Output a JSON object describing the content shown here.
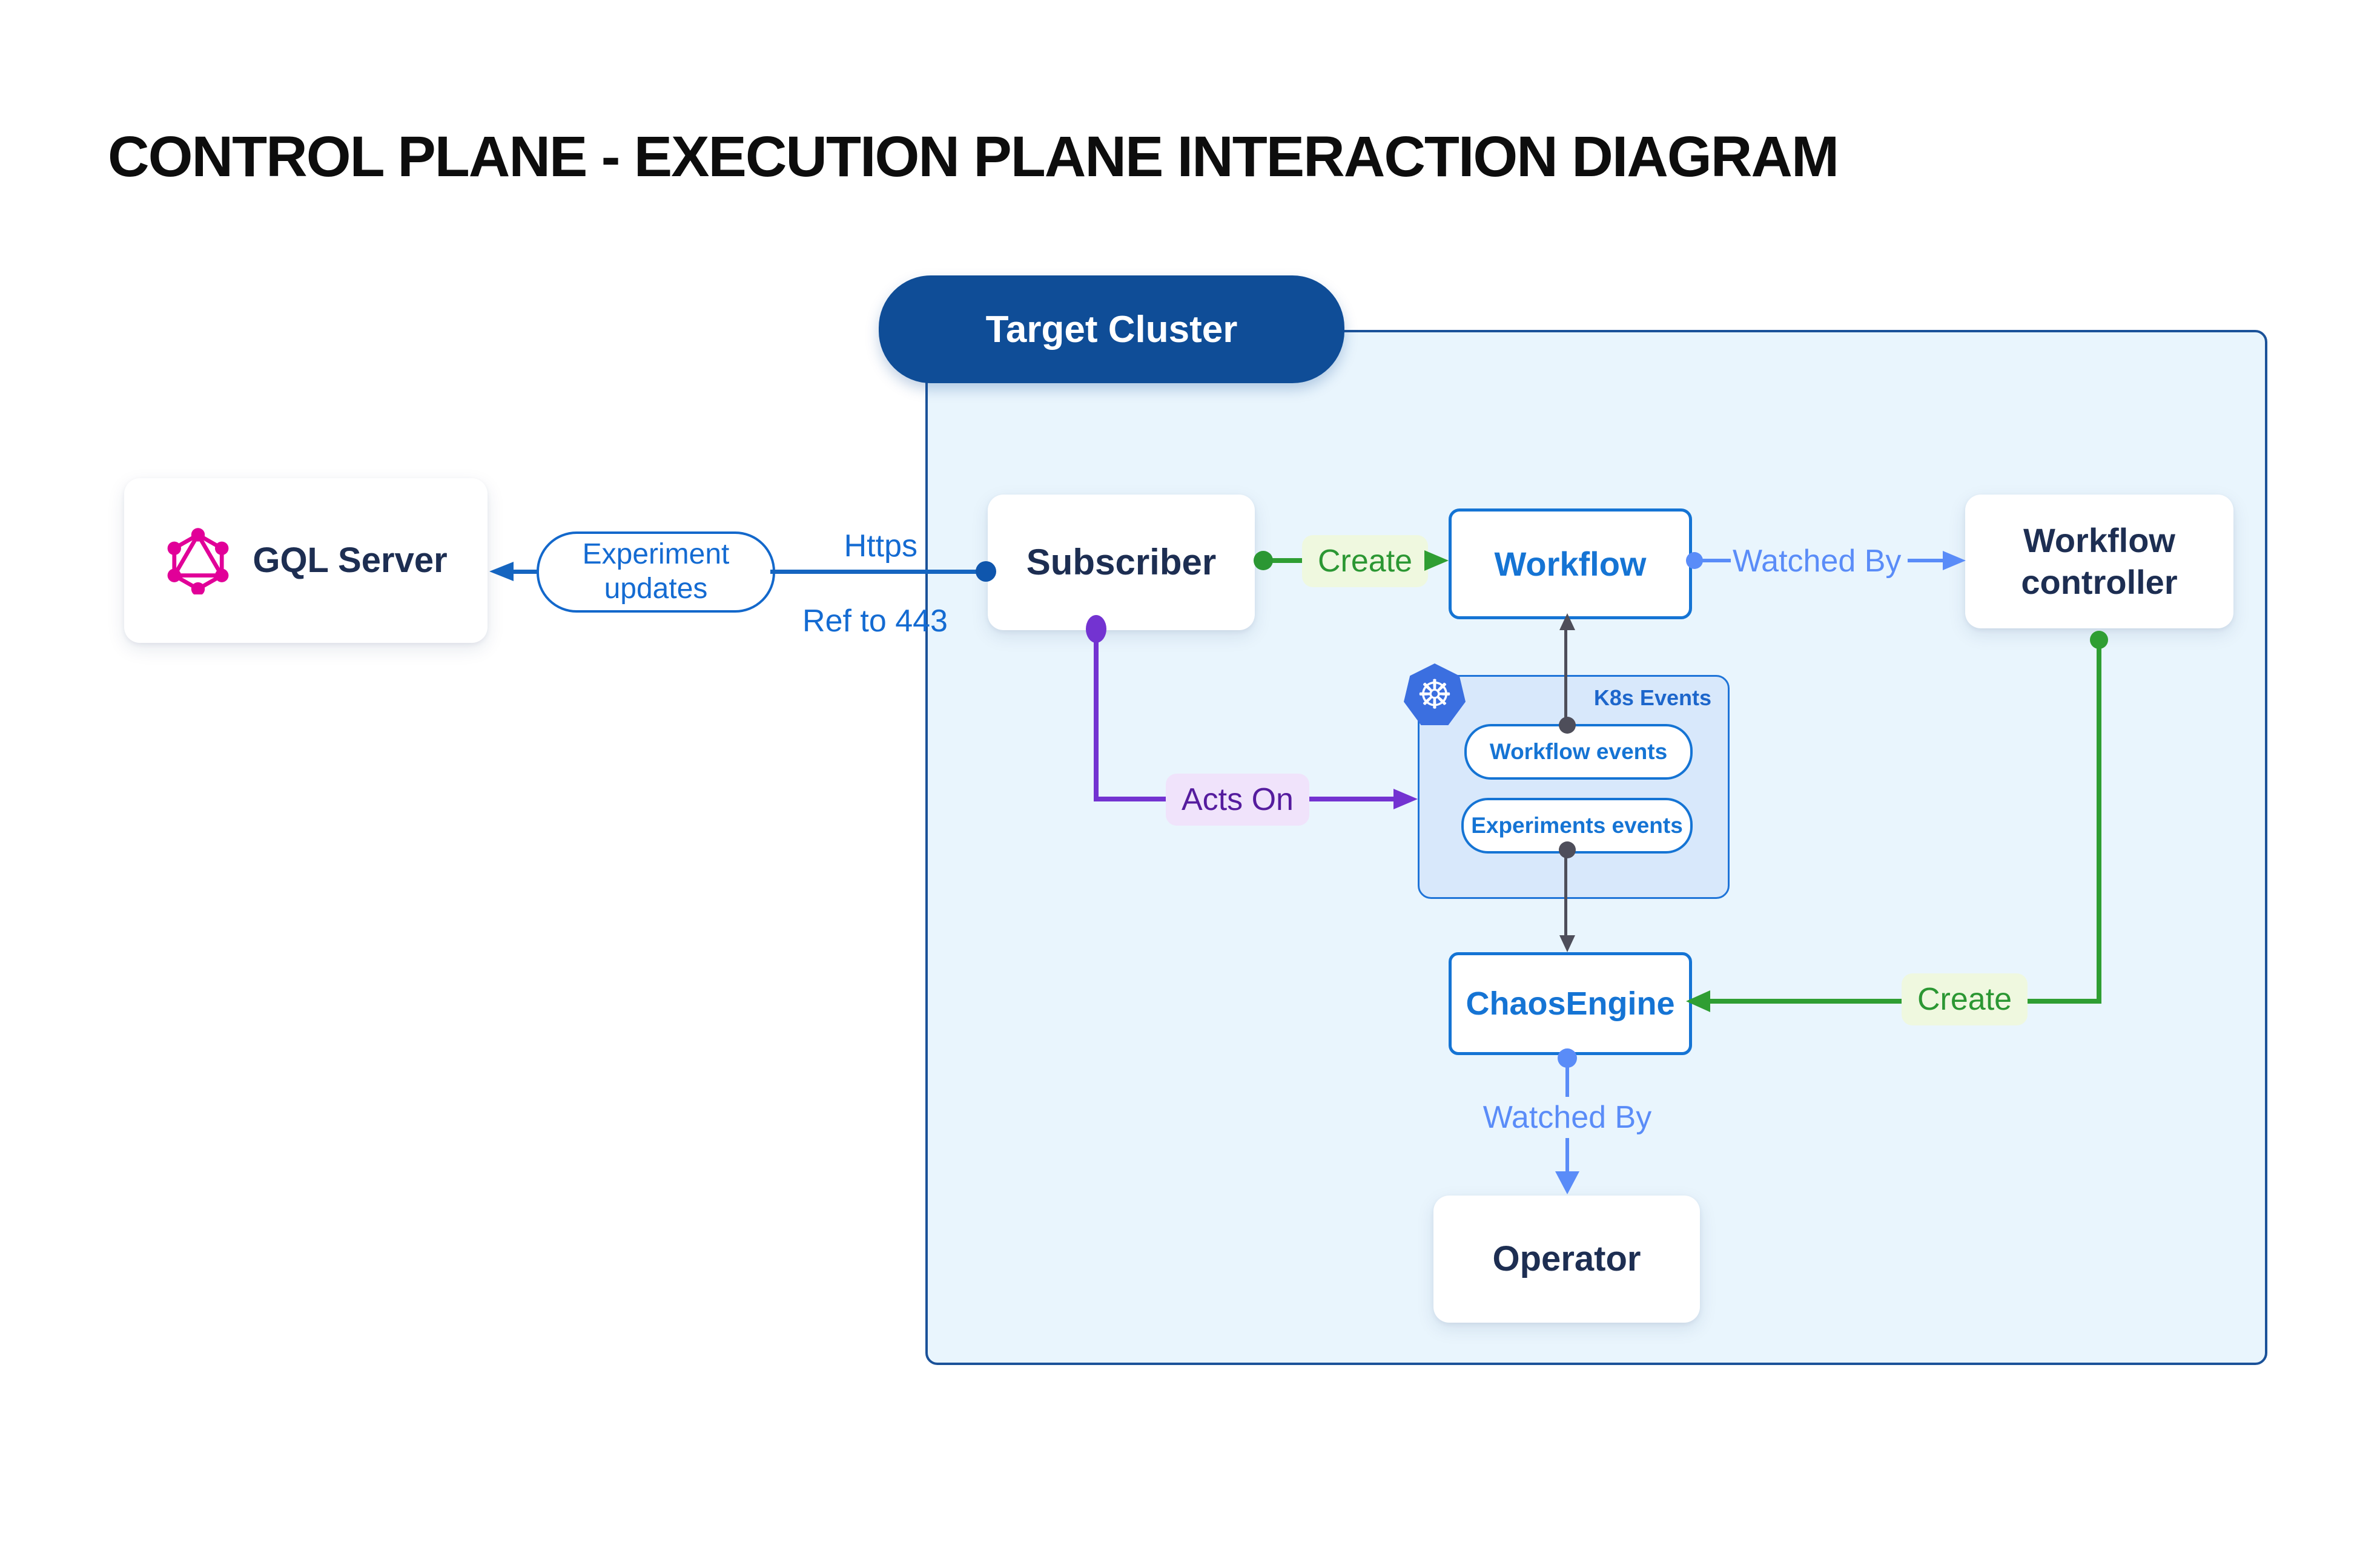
{
  "title": "CONTROL PLANE - EXECUTION PLANE INTERACTION DIAGRAM",
  "colors": {
    "blue_accent": "#1574d4",
    "dark_blue_line": "#1565c0",
    "navy_text": "#1d2e52",
    "cluster_border": "#1b5299",
    "cluster_fill": "#e9f5fd",
    "target_pill_fill": "#0f4d97",
    "k8s_box_fill": "#d8e8fb",
    "green": "#2f9e33",
    "green_label_bg": "#eff8df",
    "cornflower": "#5a8cf8",
    "purple": "#7333d1",
    "purple_label_bg": "#f0e3fb",
    "purple_label_text": "#551c9e",
    "gray_connector": "#4e4e5a",
    "graphql_pink": "#e10098",
    "kubernetes_blue": "#3b6fe0"
  },
  "nodes": {
    "gql_server": {
      "label": "GQL Server"
    },
    "subscriber": {
      "label": "Subscriber"
    },
    "workflow": {
      "label": "Workflow"
    },
    "workflow_controller": {
      "label": "Workflow\ncontroller"
    },
    "chaos_engine": {
      "label": "ChaosEngine"
    },
    "operator": {
      "label": "Operator"
    }
  },
  "cluster": {
    "label": "Target Cluster",
    "k8s_events": {
      "label": "K8s Events",
      "kubernetes_glyph": "☸",
      "pills": [
        {
          "label": "Workflow events"
        },
        {
          "label": "Experiments events"
        }
      ]
    }
  },
  "edges": {
    "experiment_updates": {
      "label": "Experiment\nupdates",
      "protocol_label": "Https",
      "port_label": "Ref to 443"
    },
    "create_workflow": {
      "label": "Create"
    },
    "workflow_watched_by": {
      "label": "Watched By"
    },
    "acts_on": {
      "label": "Acts On"
    },
    "create_chaos_engine": {
      "label": "Create"
    },
    "chaos_watched_by": {
      "label": "Watched By"
    }
  }
}
